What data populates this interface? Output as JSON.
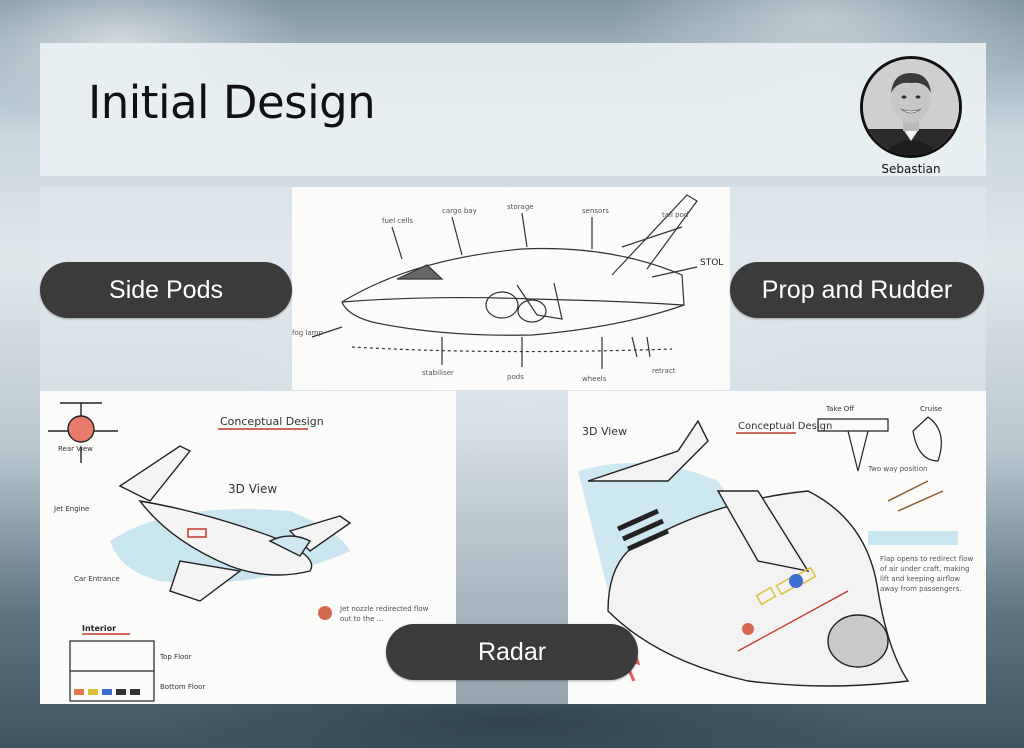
{
  "slide": {
    "title": "Initial Design",
    "presenter": {
      "name": "Sebastian",
      "icon": "avatar-photo"
    }
  },
  "labels": {
    "side_pods": "Side Pods",
    "prop_and_rudder": "Prop and Rudder",
    "radar": "Radar"
  },
  "sketch_notes": {
    "top": {
      "stol": "STOL"
    },
    "left": {
      "heading": "Conceptual Design",
      "view": "3D View",
      "rear_view": "Rear View",
      "jet_engine": "Jet Engine",
      "car_entrance": "Car Entrance",
      "interior": "Interior",
      "top_floor": "Top Floor",
      "bottom_floor": "Bottom Floor"
    },
    "right": {
      "heading": "Conceptual Design",
      "view": "3D View",
      "take_off": "Take Off",
      "cruise": "Cruise"
    }
  },
  "colors": {
    "pill_bg": "#3b3b3b",
    "pill_text": "#ffffff",
    "sketch_blue": "#9fd3e8",
    "sketch_red": "#c0392b"
  }
}
